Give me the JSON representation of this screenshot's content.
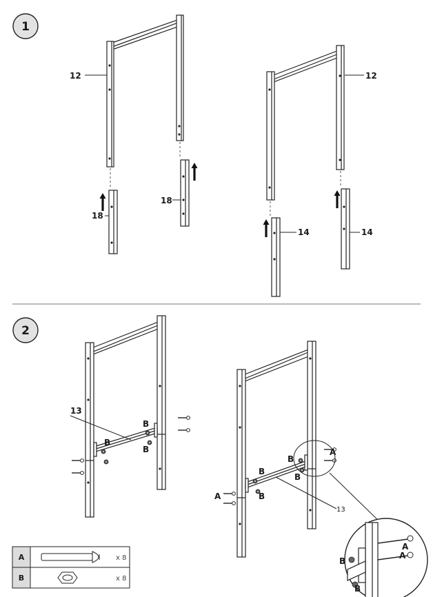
{
  "steps": [
    {
      "number": "1"
    },
    {
      "number": "2"
    }
  ],
  "step1_labels": {
    "frame_left": "12",
    "frame_right": "12",
    "ext_left_a": "18",
    "ext_left_b": "18",
    "ext_right_a": "14",
    "ext_right_b": "14"
  },
  "step2_labels": {
    "crossbar_left": "13",
    "crossbar_right": "13",
    "b": "B",
    "a": "A"
  },
  "hardware": [
    {
      "letter": "A",
      "icon": "bolt-icon",
      "quantity": "x 8"
    },
    {
      "letter": "B",
      "icon": "hex-nut-icon",
      "quantity": "x 8"
    }
  ]
}
